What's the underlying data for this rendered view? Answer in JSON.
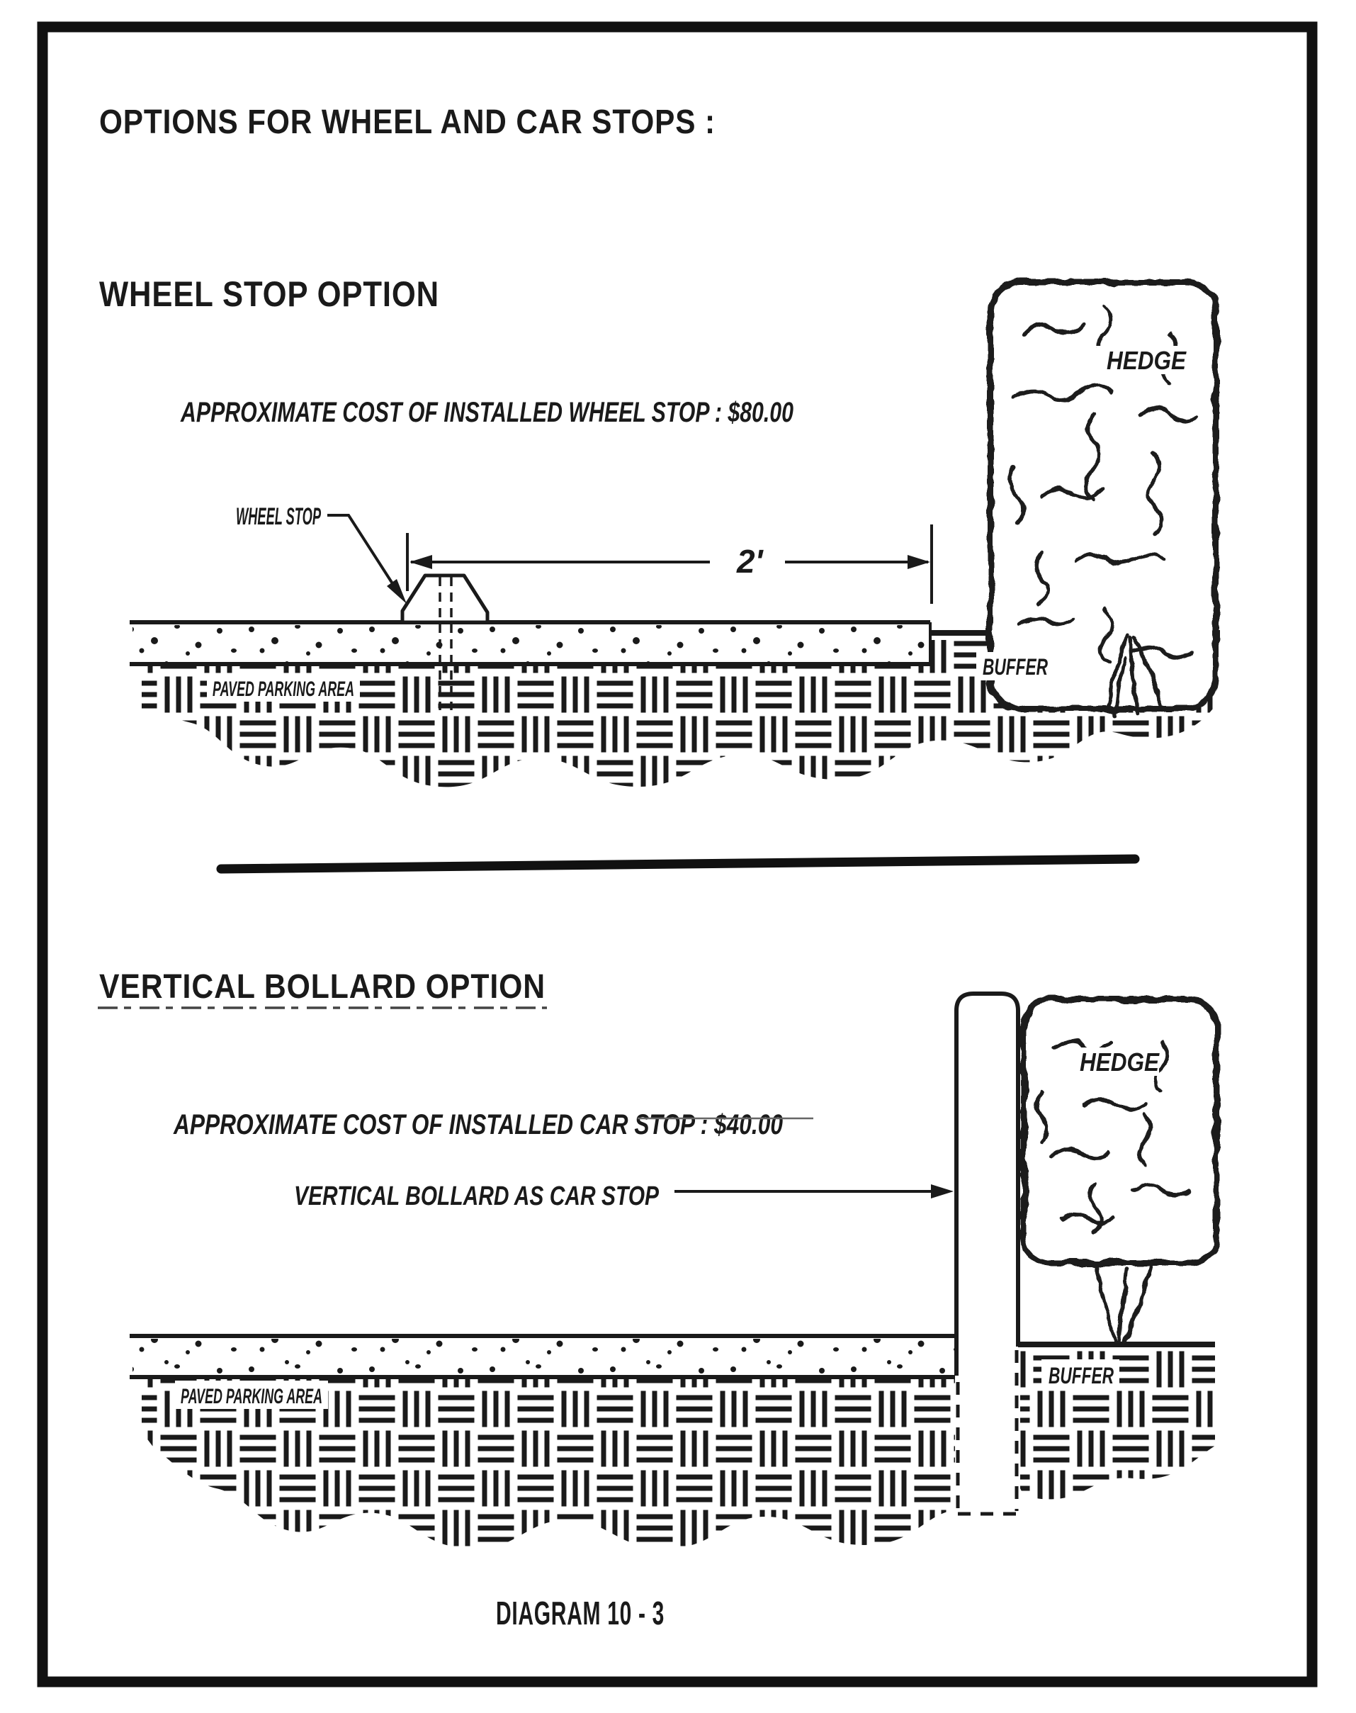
{
  "page": {
    "title": "OPTIONS FOR WHEEL AND CAR STOPS :",
    "caption": "DIAGRAM  10 - 3"
  },
  "wheel_section": {
    "heading": "WHEEL STOP OPTION",
    "cost_note": "APPROXIMATE COST OF INSTALLED WHEEL STOP :  $80.00",
    "wheel_stop_label": "WHEEL STOP",
    "dimension_label": "2'",
    "hedge_label": "HEDGE",
    "buffer_label": "BUFFER",
    "paved_label": "PAVED PARKING AREA"
  },
  "bollard_section": {
    "heading": "VERTICAL BOLLARD OPTION",
    "cost_note": "APPROXIMATE COST OF INSTALLED CAR STOP :  $40.00",
    "bollard_label": "VERTICAL BOLLARD AS CAR STOP",
    "hedge_label": "HEDGE",
    "buffer_label": "BUFFER",
    "paved_label": "PAVED PARKING AREA"
  },
  "colors": {
    "ink": "#1a1a1a",
    "paper": "#ffffff"
  }
}
